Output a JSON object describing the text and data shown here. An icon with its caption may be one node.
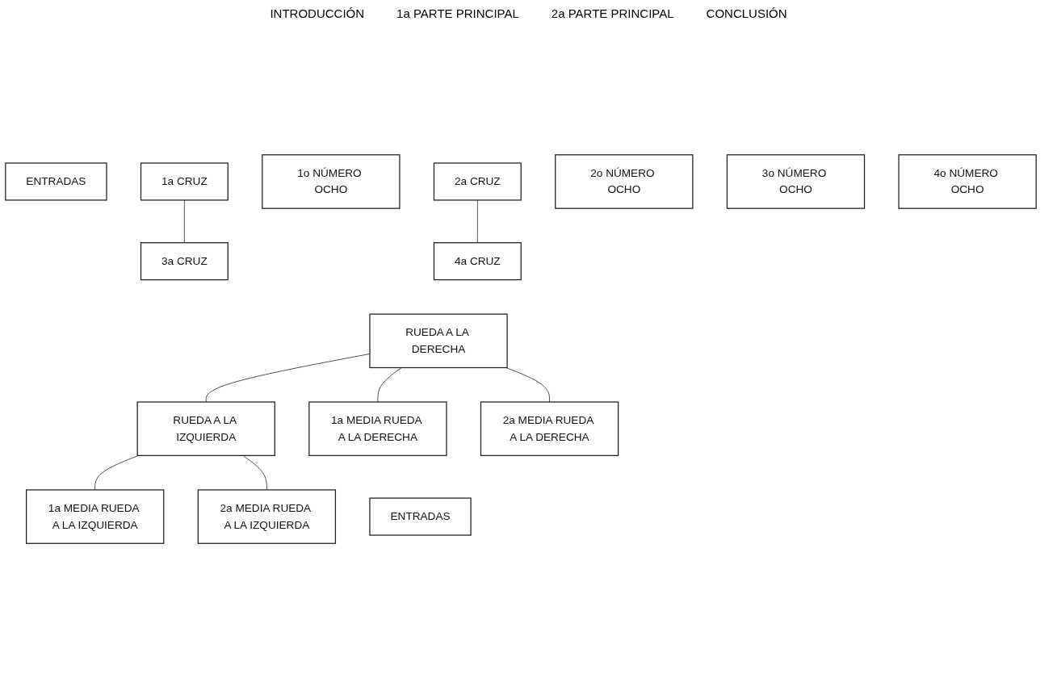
{
  "diagram": {
    "nodes": [
      {
        "text": [
          "ENTRADAS"
        ]
      },
      {
        "text": [
          "1a CRUZ"
        ]
      },
      {
        "text": [
          "1o NÚMERO OCHO"
        ]
      },
      {
        "text": [
          "2a CRUZ"
        ]
      },
      {
        "text": [
          "2o NÚMERO OCHO"
        ]
      },
      {
        "text": [
          "3a CRUZ"
        ]
      },
      {
        "text": [
          "3o NÚMERO OCHO"
        ]
      },
      {
        "text": [
          "4a CRUZ"
        ]
      },
      {
        "text": [
          "4o NÚMERO OCHO"
        ]
      },
      {
        "text": [
          "RUEDA A LA DERECHA"
        ]
      },
      {
        "text": [
          "RUEDA A LA IZQUIERDA"
        ]
      },
      {
        "text": [
          "1a MEDIA RUEDA A LA DERECHA"
        ]
      },
      {
        "text": [
          "2a MEDIA RUEDA A LA DERECHA"
        ]
      },
      {
        "text": [
          "1a MEDIA RUEDA A LA IZQUIERDA"
        ]
      },
      {
        "text": [
          "2a MEDIA RUEDA A LA IZQUIERDA"
        ]
      },
      {
        "text": [
          "ENTRADAS"
        ]
      }
    ],
    "edges": [
      {
        "from": 1,
        "to": 5,
        "arrow": "none"
      },
      {
        "from": 3,
        "to": 7,
        "arrow": "none"
      },
      {
        "from": 9,
        "to": 10,
        "arrow": "none"
      },
      {
        "from": 9,
        "to": 11,
        "arrow": "none"
      },
      {
        "from": 9,
        "to": 12,
        "arrow": "none"
      },
      {
        "from": 10,
        "to": 13,
        "arrow": "none"
      },
      {
        "from": 10,
        "to": 14,
        "arrow": "none"
      }
    ],
    "labels": [
      "INTRODUCCIÓN",
      "1a PARTE PRINCIPAL",
      "2a PARTE PRINCIPAL",
      "CONCLUSIÓN"
    ]
  }
}
